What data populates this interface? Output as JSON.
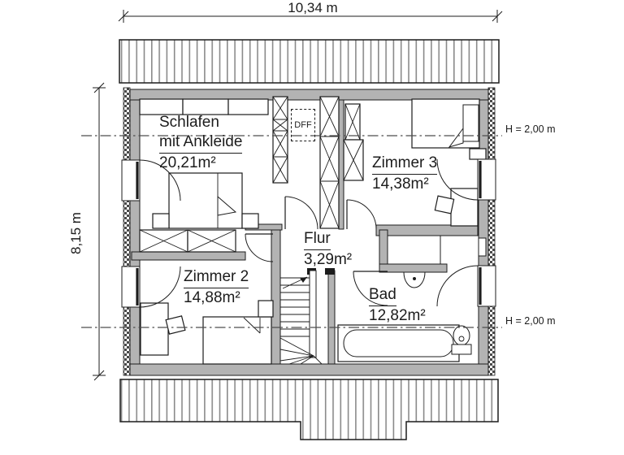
{
  "dimensions": {
    "width": "10,34 m",
    "height": "8,15 m"
  },
  "height_markers": {
    "upper": "H = 2,00 m",
    "lower": "H = 2,00 m"
  },
  "rooms": {
    "schlafen": {
      "name": "Schlafen",
      "name2": "mit Ankleide",
      "area": "20,21m²"
    },
    "zimmer3": {
      "name": "Zimmer 3",
      "area": "14,38m²"
    },
    "zimmer2": {
      "name": "Zimmer 2",
      "area": "14,88m²"
    },
    "flur": {
      "name": "Flur",
      "area": "3,29m²"
    },
    "bad": {
      "name": "Bad",
      "area": "12,82m²"
    }
  },
  "annotations": {
    "roof_window": "DFF"
  },
  "colors": {
    "wall_fill": "#b3b3b3",
    "line": "#1c1c1c",
    "roof_stripe": "#8a8a8a",
    "section_line": "#4d4d4d"
  }
}
